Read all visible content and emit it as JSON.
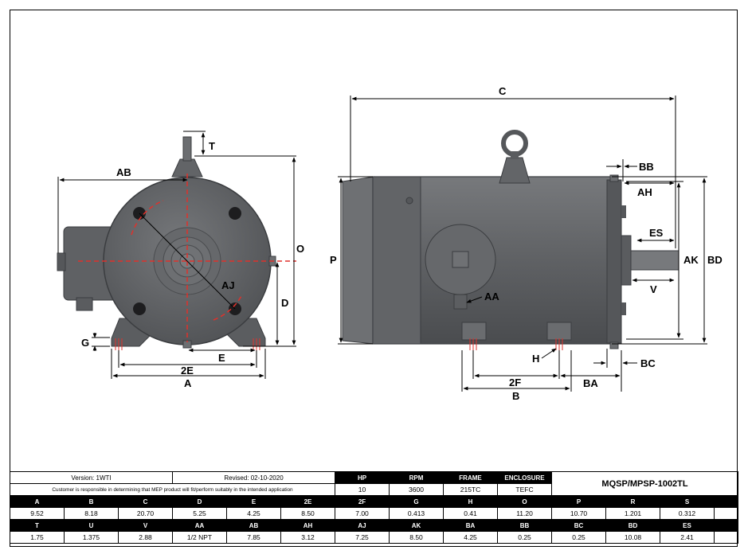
{
  "drawing": {
    "side_view_labels": {
      "C": "C",
      "P": "P",
      "BB": "BB",
      "AH": "AH",
      "ES": "ES",
      "AK": "AK",
      "BD": "BD",
      "V": "V",
      "AA": "AA",
      "H": "H",
      "BC": "BC",
      "BA": "BA",
      "F2": "2F",
      "B": "B"
    },
    "front_view_labels": {
      "T": "T",
      "AB": "AB",
      "O": "O",
      "AJ": "AJ",
      "D": "D",
      "G": "G",
      "E": "E",
      "E2": "2E",
      "A": "A"
    },
    "colors": {
      "motor_body": "#5d5f62",
      "motor_dark": "#45474a",
      "motor_light": "#76787b",
      "centerline": "#e0312b"
    }
  },
  "info": {
    "version": "Version: 1WTI",
    "revised": "Revised: 02-10-2020",
    "note": "Customer is responsible in determining that MEP product will fit/perform suitably in the intended application",
    "specs_headers": [
      "HP",
      "RPM",
      "FRAME",
      "ENCLOSURE"
    ],
    "specs_values": [
      "10",
      "3600",
      "215TC",
      "TEFC"
    ],
    "model": "MQSP/MPSP-1002TL",
    "rows": [
      {
        "headers": [
          "A",
          "B",
          "C",
          "D",
          "E",
          "2E",
          "2F",
          "G",
          "H",
          "O",
          "P",
          "R",
          "S"
        ],
        "values": [
          "9.52",
          "8.18",
          "20.70",
          "5.25",
          "4.25",
          "8.50",
          "7.00",
          "0.413",
          "0.41",
          "11.20",
          "10.70",
          "1.201",
          "0.312"
        ]
      },
      {
        "headers": [
          "T",
          "U",
          "V",
          "AA",
          "AB",
          "AH",
          "AJ",
          "AK",
          "BA",
          "BB",
          "BC",
          "BD",
          "ES"
        ],
        "values": [
          "1.75",
          "1.375",
          "2.88",
          "1/2 NPT",
          "7.85",
          "3.12",
          "7.25",
          "8.50",
          "4.25",
          "0.25",
          "0.25",
          "10.08",
          "2.41"
        ]
      }
    ]
  }
}
